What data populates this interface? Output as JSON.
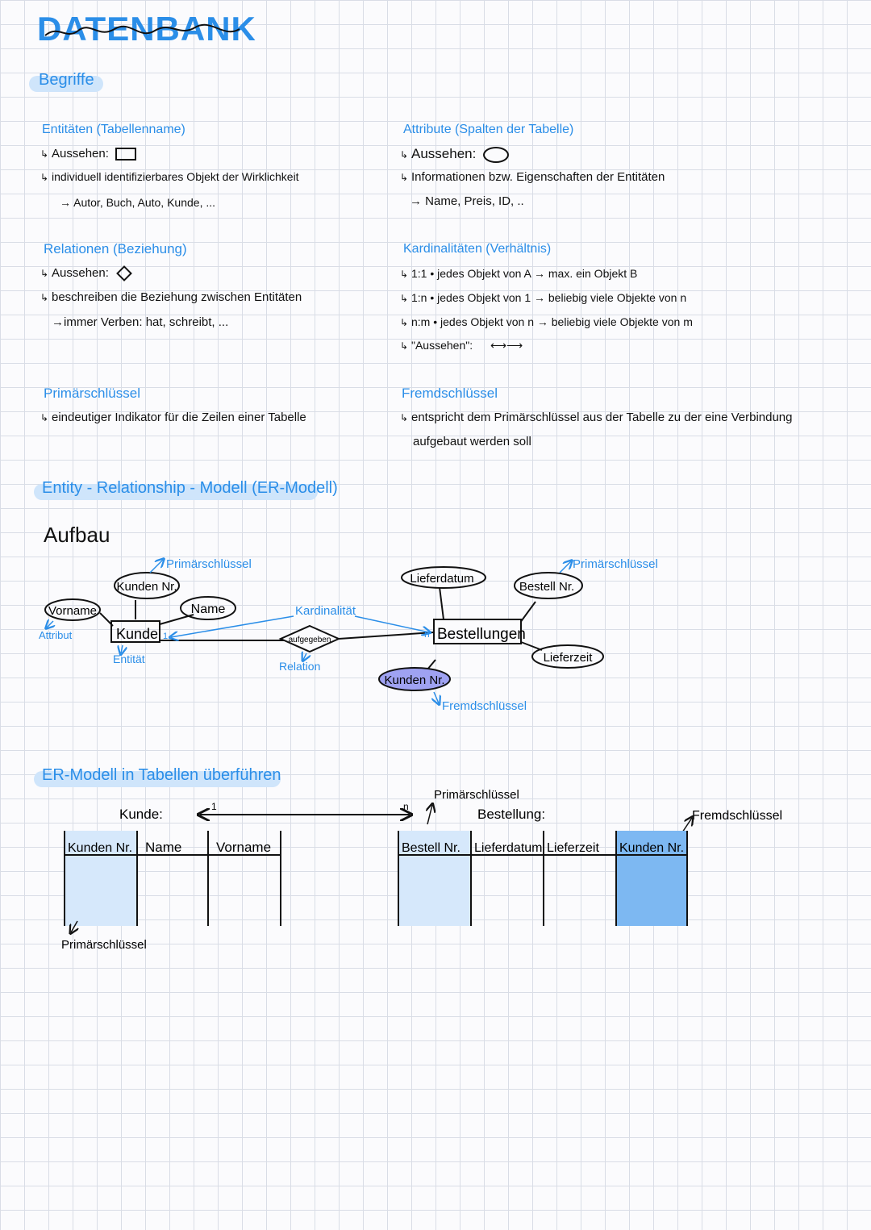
{
  "title": "DATENBANK",
  "begriffe": {
    "heading": "Begriffe",
    "entitaeten": {
      "heading": "Entitäten (Tabellenname)",
      "aussehen": "Aussehen:",
      "line1": "individuell identifizierbares Objekt der Wirklichkeit",
      "line2": "Autor, Buch, Auto, Kunde, ..."
    },
    "attribute": {
      "heading": "Attribute (Spalten der Tabelle)",
      "aussehen": "Aussehen:",
      "line1": "Informationen bzw. Eigenschaften der Entitäten",
      "line2": "Name, Preis, ID, .."
    },
    "relationen": {
      "heading": "Relationen (Beziehung)",
      "aussehen": "Aussehen:",
      "line1": "beschreiben die Beziehung zwischen Entitäten",
      "line2": "immer Verben: hat, schreibt, ..."
    },
    "kardinalitaeten": {
      "heading": "Kardinalitäten (Verhältnis)",
      "line1": "1:1 • jedes Objekt von A → max. ein Objekt B",
      "line2": "1:n • jedes Objekt von 1 → beliebig viele Objekte von n",
      "line3": "n:m • jedes Objekt von n → beliebig viele Objekte von m",
      "line4": "\"Aussehen\":"
    },
    "primaerschluessel": {
      "heading": "Primärschlüssel",
      "line1": "eindeutiger Indikator für die Zeilen einer Tabelle"
    },
    "fremdschluessel": {
      "heading": "Fremdschlüssel",
      "line1": "entspricht dem Primärschlüssel aus der Tabelle zu der eine Verbindung",
      "line2": "aufgebaut werden soll"
    }
  },
  "er_modell": {
    "heading": "Entity - Relationship - Modell (ER-Modell)",
    "aufbau": "Aufbau",
    "diagram": {
      "kunden_nr": "Kunden Nr.",
      "primaerschluessel_left": "Primärschlüssel",
      "vorname": "Vorname",
      "attribut": "Attribut",
      "name": "Name",
      "kunde": "Kunde",
      "entitaet": "Entität",
      "one": "1",
      "kardinalitaet": "Kardinalität",
      "aufgegeben": "aufgegeben",
      "relation": "Relation",
      "n": "n",
      "lieferdatum": "Lieferdatum",
      "bestell_nr": "Bestell Nr.",
      "primaerschluessel_right": "Primärschlüssel",
      "bestellungen": "Bestellungen",
      "lieferzeit": "Lieferzeit",
      "fk_kunden_nr": "Kunden Nr.",
      "fremdschluessel": "Fremdschlüssel"
    }
  },
  "tabellen": {
    "heading": "ER-Modell in Tabellen überführen",
    "kunde_label": "Kunde:",
    "one": "1",
    "n": "n",
    "primaerschluessel_top": "Primärschlüssel",
    "bestellung_label": "Bestellung:",
    "fremdschluessel": "Fremdschlüssel",
    "kunde_columns": [
      "Kunden Nr.",
      "Name",
      "Vorname"
    ],
    "bestellung_columns": [
      "Bestell Nr.",
      "Lieferdatum",
      "Lieferzeit",
      "Kunden Nr."
    ],
    "primaerschluessel_bottom": "Primärschlüssel"
  },
  "colors": {
    "accent": "#2b8ee8",
    "highlight": "#cfe5fb",
    "primary_key_fill": "#d6e8fb",
    "foreign_key_fill": "#7db8f2",
    "fk_ellipse_fill": "#9fa2f2"
  }
}
